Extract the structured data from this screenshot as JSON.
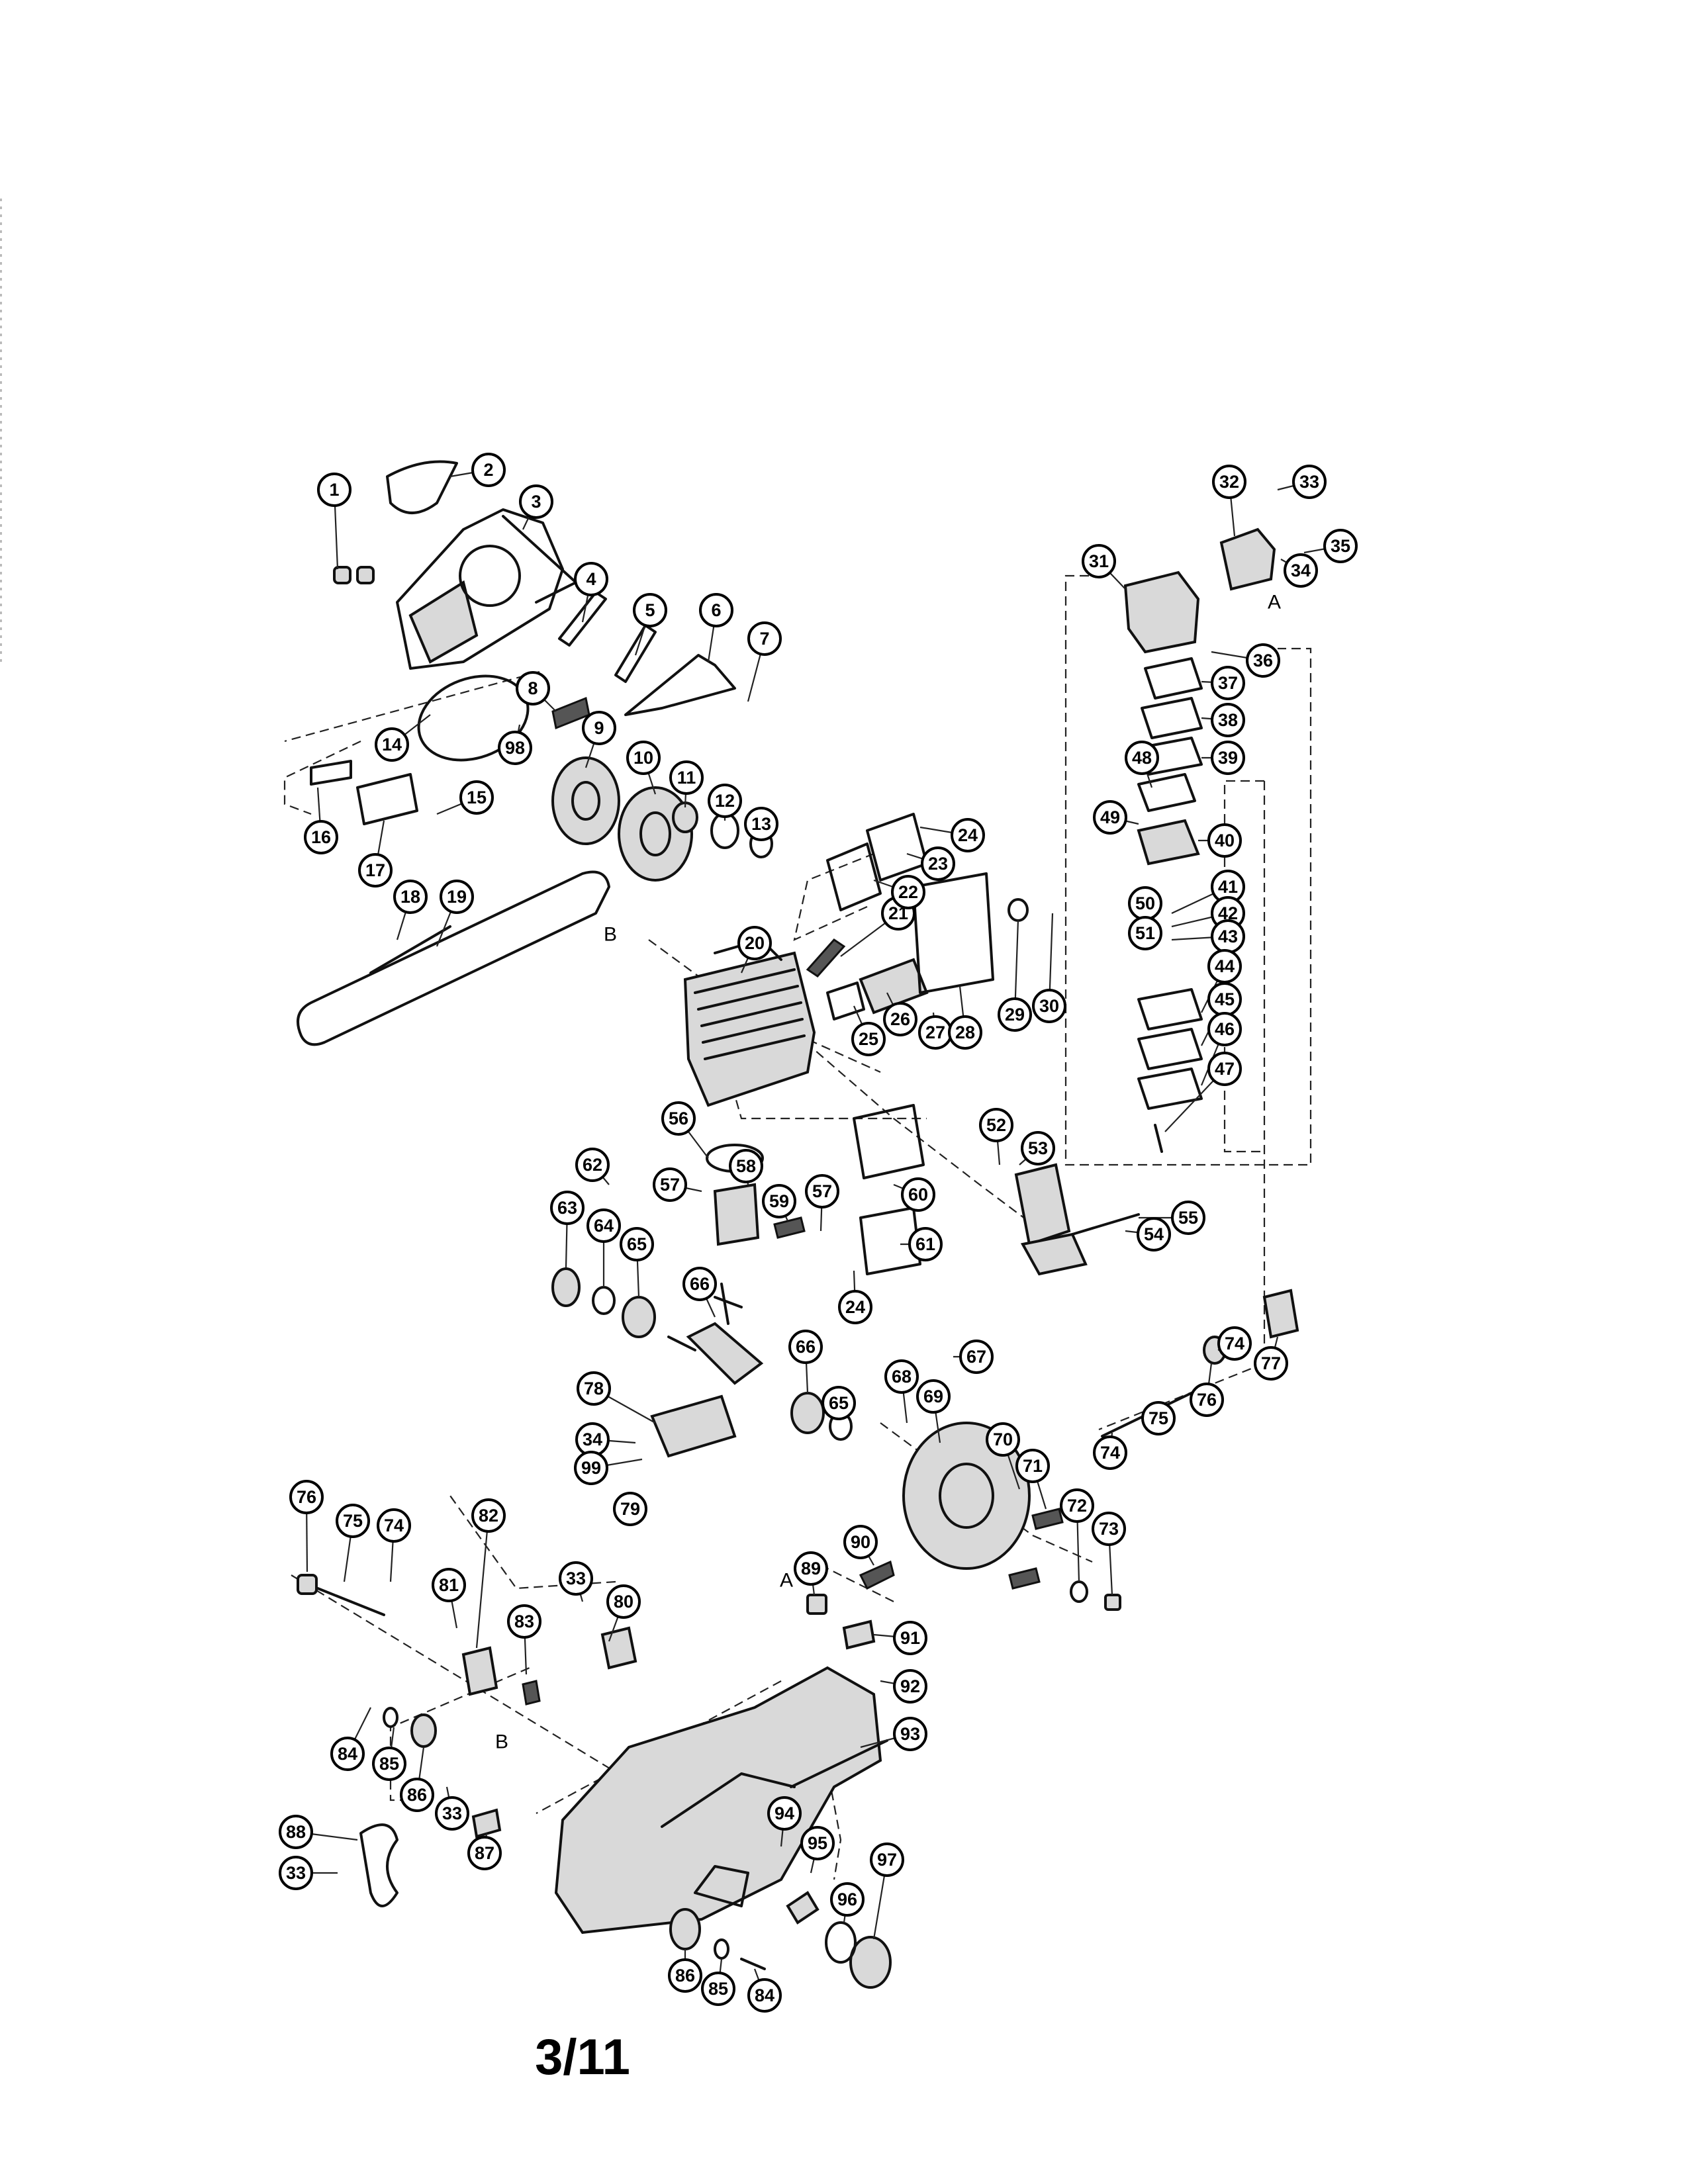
{
  "page_number": "3/11",
  "reference_letters": [
    "A",
    "B"
  ],
  "balloons": [
    "1",
    "2",
    "3",
    "4",
    "5",
    "6",
    "7",
    "8",
    "9",
    "10",
    "11",
    "12",
    "13",
    "14",
    "15",
    "16",
    "17",
    "18",
    "19",
    "20",
    "21",
    "22",
    "23",
    "24",
    "25",
    "26",
    "27",
    "28",
    "29",
    "30",
    "31",
    "32",
    "33",
    "34",
    "35",
    "36",
    "37",
    "38",
    "39",
    "40",
    "41",
    "42",
    "43",
    "44",
    "45",
    "46",
    "47",
    "48",
    "49",
    "50",
    "51",
    "52",
    "53",
    "54",
    "55",
    "56",
    "57",
    "58",
    "59",
    "60",
    "61",
    "62",
    "63",
    "64",
    "65",
    "66",
    "67",
    "68",
    "69",
    "70",
    "71",
    "72",
    "73",
    "74",
    "75",
    "76",
    "77",
    "78",
    "79",
    "80",
    "81",
    "82",
    "83",
    "84",
    "85",
    "86",
    "87",
    "88",
    "89",
    "90",
    "91",
    "92",
    "93",
    "94",
    "95",
    "96",
    "97",
    "98",
    "99"
  ]
}
